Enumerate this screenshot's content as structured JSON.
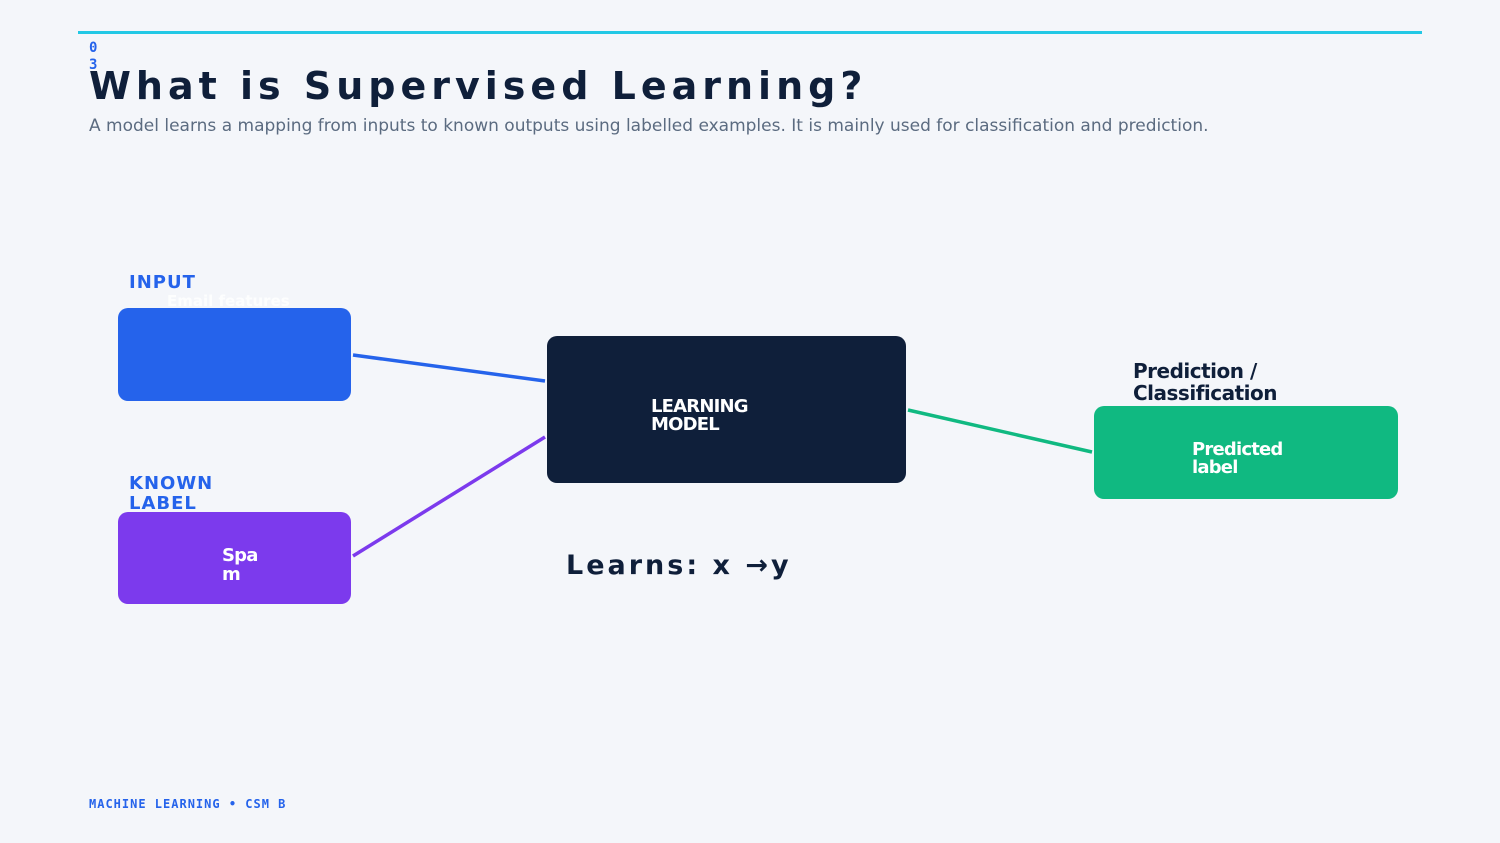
{
  "slide": {
    "number": "03",
    "title": "What is Supervised Learning?",
    "subtitle": "A model learns a mapping from inputs to known outputs using labelled examples. It is mainly used for classification and prediction."
  },
  "diagram": {
    "input": {
      "label": "INPUT",
      "text": "Email features",
      "color": "#2563eb"
    },
    "known": {
      "label": "KNOWN LABEL",
      "text": "Spam",
      "color": "#7c3aed"
    },
    "model": {
      "text": "LEARNING MODEL",
      "color": "#0f1f3a"
    },
    "output": {
      "label": "Prediction / Classification",
      "text": "Predicted label",
      "color": "#10b981"
    },
    "formula": "Learns: x →y"
  },
  "footer": {
    "text": "MACHINE LEARNING • CSM B"
  },
  "colors": {
    "accent_rule": "#22c8e5",
    "background": "#f4f6fa"
  }
}
